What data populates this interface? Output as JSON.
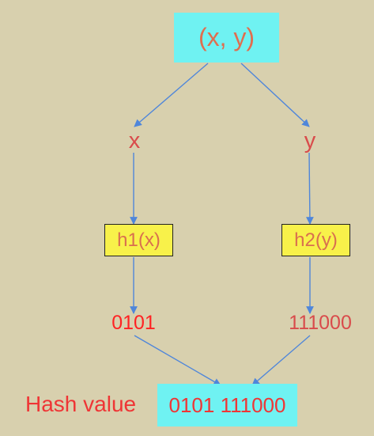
{
  "colors": {
    "background": "#d8d0ae",
    "edge": "#4f86da",
    "cyan_box": "#6ff2f2",
    "yellow_box": "#f8f14a",
    "label_red": "#d94b4b",
    "bright_red": "#ff2323",
    "box_text": "#e06e4f",
    "hash_text": "#ef3535"
  },
  "diagram": {
    "root": "(x, y)",
    "left_input": "x",
    "right_input": "y",
    "left_hash_fn": "h1(x)",
    "right_hash_fn": "h2(y)",
    "left_bits": "0101",
    "right_bits": "111000",
    "result_label": "Hash value",
    "result_value": "0101 111000"
  }
}
